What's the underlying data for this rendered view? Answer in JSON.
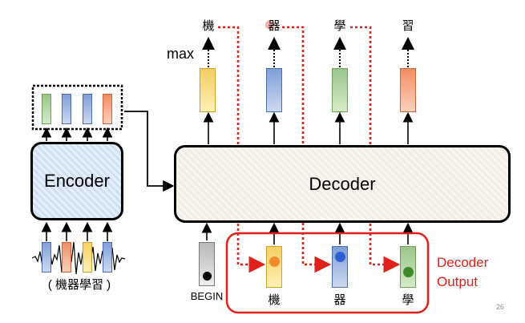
{
  "outputs": [
    "機",
    "器",
    "學",
    "習"
  ],
  "max_label": "max",
  "encoder": {
    "label": "Encoder",
    "input_caption": "( 機器學習 )"
  },
  "decoder": {
    "label": "Decoder",
    "begin_label": "BEGIN",
    "inputs": [
      "機",
      "器",
      "學"
    ],
    "output_label_line1": "Decoder",
    "output_label_line2": "Output"
  },
  "page_number": "26",
  "colors": {
    "red": "#e0201a",
    "green": "#a8cf98",
    "blue": "#8aa8dc",
    "yellow": "#f6d874",
    "orange": "#f3a07a"
  }
}
